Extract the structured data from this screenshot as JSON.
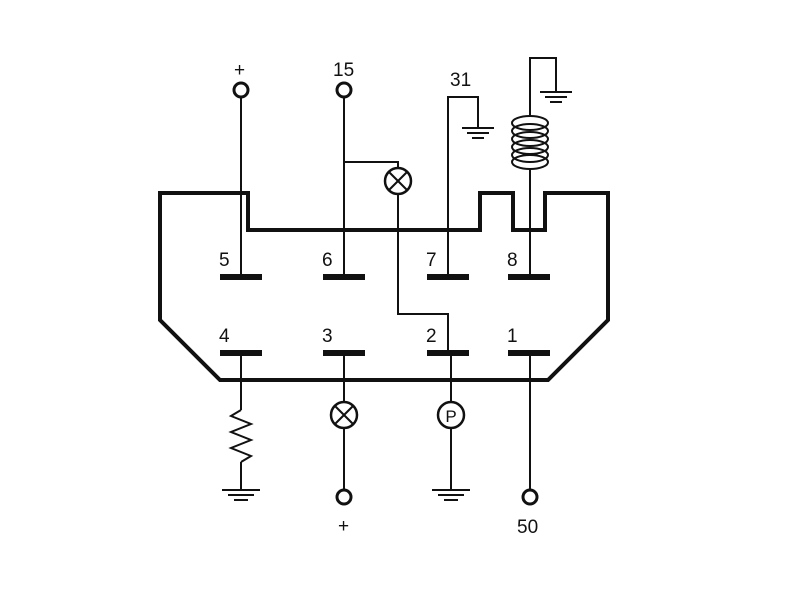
{
  "terminals": {
    "top_left_label": "+",
    "top_15_label": "15",
    "top_31_label": "31",
    "bottom_plus_label": "+",
    "bottom_50_label": "50"
  },
  "pins": {
    "p1": "1",
    "p2": "2",
    "p3": "3",
    "p4": "4",
    "p5": "5",
    "p6": "6",
    "p7": "7",
    "p8": "8"
  },
  "symbols": {
    "lamp_top": "lamp-icon",
    "lamp_bottom": "lamp-icon",
    "pressure_switch_letter": "P",
    "resistor": "resistor-icon",
    "coil": "coil-icon",
    "ground": "ground-icon"
  },
  "colors": {
    "line": "#111111",
    "background": "#ffffff"
  }
}
